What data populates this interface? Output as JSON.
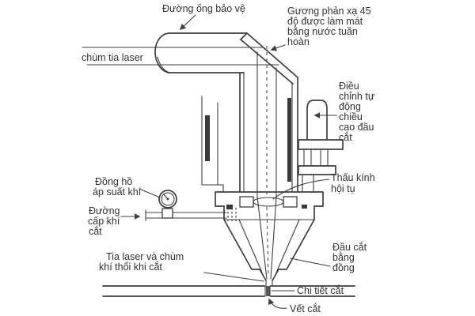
{
  "diagram": {
    "type": "technical-schematic",
    "subject": "laser-cutting-head",
    "colors": {
      "line": "#3f3f3f",
      "text": "#333333",
      "background": "#ffffff",
      "dark_fill": "#3a3a3a"
    },
    "labels": {
      "protective_tube": "Đường ống bảo vệ",
      "mirror": [
        "Gương phản xạ 45",
        "độ được làm mát",
        "bằng nước tuần",
        "hoàn"
      ],
      "laser_beam": "chùm tia laser",
      "auto_height": [
        "Điều",
        "chỉnh tự",
        "động",
        "chiều",
        "cao đầu",
        "cắt"
      ],
      "focus_lens": [
        "Thấu kính",
        "hội tụ"
      ],
      "pressure_gauge": [
        "Đồng hồ",
        "áp suất khí"
      ],
      "gas_supply": [
        "Đường",
        "cấp khí",
        "cắt"
      ],
      "laser_jet": [
        "Tia laser và chùm",
        "khí thổi khi cắt"
      ],
      "copper_head": [
        "Đầu cắt",
        "bằng",
        "đồng"
      ],
      "workpiece": "Chi tiết cắt",
      "kerf": "Vết cắt"
    }
  }
}
